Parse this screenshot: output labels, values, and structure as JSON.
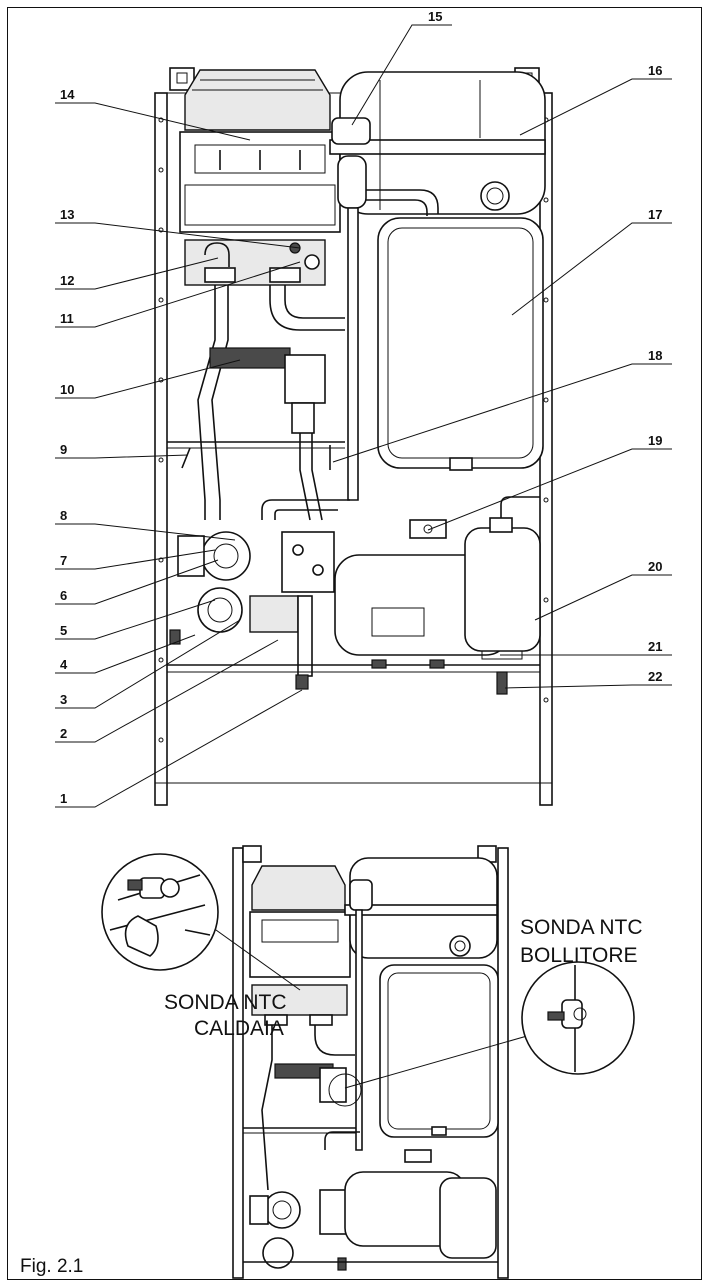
{
  "figure": {
    "caption": "Fig. 2.1"
  },
  "callouts": [
    {
      "n": "1"
    },
    {
      "n": "2"
    },
    {
      "n": "3"
    },
    {
      "n": "4"
    },
    {
      "n": "5"
    },
    {
      "n": "6"
    },
    {
      "n": "7"
    },
    {
      "n": "8"
    },
    {
      "n": "9"
    },
    {
      "n": "10"
    },
    {
      "n": "11"
    },
    {
      "n": "12"
    },
    {
      "n": "13"
    },
    {
      "n": "14"
    },
    {
      "n": "15"
    },
    {
      "n": "16"
    },
    {
      "n": "17"
    },
    {
      "n": "18"
    },
    {
      "n": "19"
    },
    {
      "n": "20"
    },
    {
      "n": "21"
    },
    {
      "n": "22"
    }
  ],
  "probes": {
    "boiler_line1": "SONDA NTC",
    "boiler_line2": "CALDAIA",
    "tank_line1": "SONDA NTC",
    "tank_line2": "BOLLITORE"
  }
}
